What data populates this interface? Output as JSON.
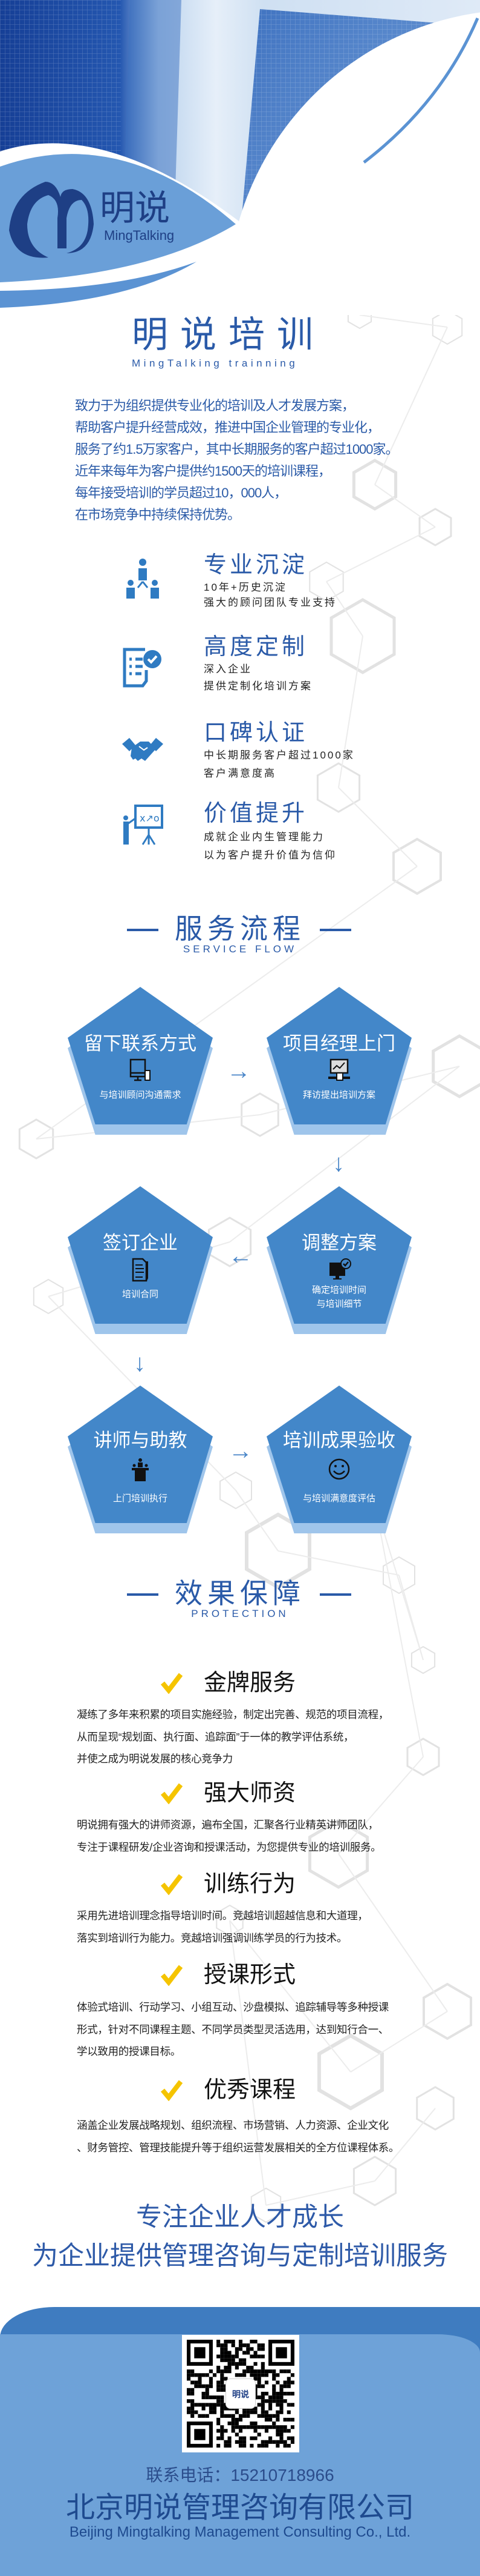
{
  "brand": {
    "name_cn": "明说",
    "name_en": "MingTalking"
  },
  "header": {
    "title": "明说培训",
    "subtitle": "MingTalking trainning"
  },
  "intro": {
    "lines": [
      "致力于为组织提供专业化的培训及人才发展方案，",
      "帮助客户提升经营成效，推进中国企业管理的专业化，",
      "服务了约1.5万家客户，其中长期服务的客户超过1000家。",
      "近年来每年为客户提供约1500天的培训课程，",
      "每年接受培训的学员超过10，000人，",
      "在市场竞争中持续保持优势。"
    ]
  },
  "features": [
    {
      "title": "专业沉淀",
      "lines": [
        "10年+历史沉淀",
        "强大的顾问团队专业支持"
      ],
      "icon": "team-icon"
    },
    {
      "title": "高度定制",
      "lines": [
        "深入企业",
        "提供定制化培训方案"
      ],
      "icon": "checklist-icon"
    },
    {
      "title": "口碑认证",
      "lines": [
        "中长期服务客户超过1000家",
        "客户满意度高"
      ],
      "icon": "handshake-icon"
    },
    {
      "title": "价值提升",
      "lines": [
        "成就企业内生管理能力",
        "以为客户提升价值为信仰"
      ],
      "icon": "presentation-icon"
    }
  ],
  "service_flow": {
    "title": "服务流程",
    "subtitle": "SERVICE FLOW",
    "steps": [
      {
        "title": "留下联系方式",
        "lines": [
          "与培训顾问沟通需求"
        ],
        "icon": "computer-phone-icon"
      },
      {
        "title": "项目经理上门",
        "lines": [
          "拜访提出培训方案"
        ],
        "icon": "laptop-chart-icon"
      },
      {
        "title": "调整方案",
        "lines": [
          "确定培训时间",
          "与培训细节"
        ],
        "icon": "monitor-check-icon"
      },
      {
        "title": "签订企业",
        "lines": [
          "培训合同"
        ],
        "icon": "contract-icon"
      },
      {
        "title": "讲师与助教",
        "lines": [
          "上门培训执行"
        ],
        "icon": "lecturer-icon"
      },
      {
        "title": "培训成果验收",
        "lines": [
          "与培训满意度评估"
        ],
        "icon": "smiley-icon"
      }
    ]
  },
  "protection": {
    "title": "效果保障",
    "subtitle": "PROTECTION",
    "items": [
      {
        "title": "金牌服务",
        "lines": [
          "凝练了多年来积累的项目实施经验，制定出完善、规范的项目流程，",
          "从而呈现“规划面、执行面、追踪面”于一体的教学评估系统，",
          "并使之成为明说发展的核心竞争力"
        ]
      },
      {
        "title": "强大师资",
        "lines": [
          "明说拥有强大的讲师资源，遍布全国，汇聚各行业精英讲师团队，",
          "专注于课程研发/企业咨询和授课活动，为您提供专业的培训服务。"
        ]
      },
      {
        "title": "训练行为",
        "lines": [
          "采用先进培训理念指导培训时间。竞越培训超越信息和大道理，",
          "落实到培训行为能力。竞越培训强调训练学员的行为技术。"
        ]
      },
      {
        "title": "授课形式",
        "lines": [
          "体验式培训、行动学习、小组互动、沙盘模拟、追踪辅导等多种授课",
          "形式，针对不同课程主题、不同学员类型灵活选用，达到知行合一、",
          "学以致用的授课目标。"
        ]
      },
      {
        "title": "优秀课程",
        "lines": [
          "涵盖企业发展战略规划、组织流程、市场营销、人力资源、企业文化",
          "、财务管控、管理技能提升等于组织运营发展相关的全方位课程体系。"
        ]
      }
    ]
  },
  "slogan": {
    "line1": "专注企业人才成长",
    "line2": "为企业提供管理咨询与定制培训服务"
  },
  "footer": {
    "qr_logo": "明说",
    "phone": "联系电话：15210718966",
    "company_cn": "北京明说管理咨询有限公司",
    "company_en": "Beijing Mingtalking Management Consulting Co., Ltd."
  },
  "colors": {
    "primary": "#2a5aa8",
    "pentagon": "#4387c9",
    "pentagon_light": "#9fc5eb",
    "check": "#f5c400",
    "footer_dark": "#3f7cc0",
    "footer_light": "#6ea2d8"
  }
}
